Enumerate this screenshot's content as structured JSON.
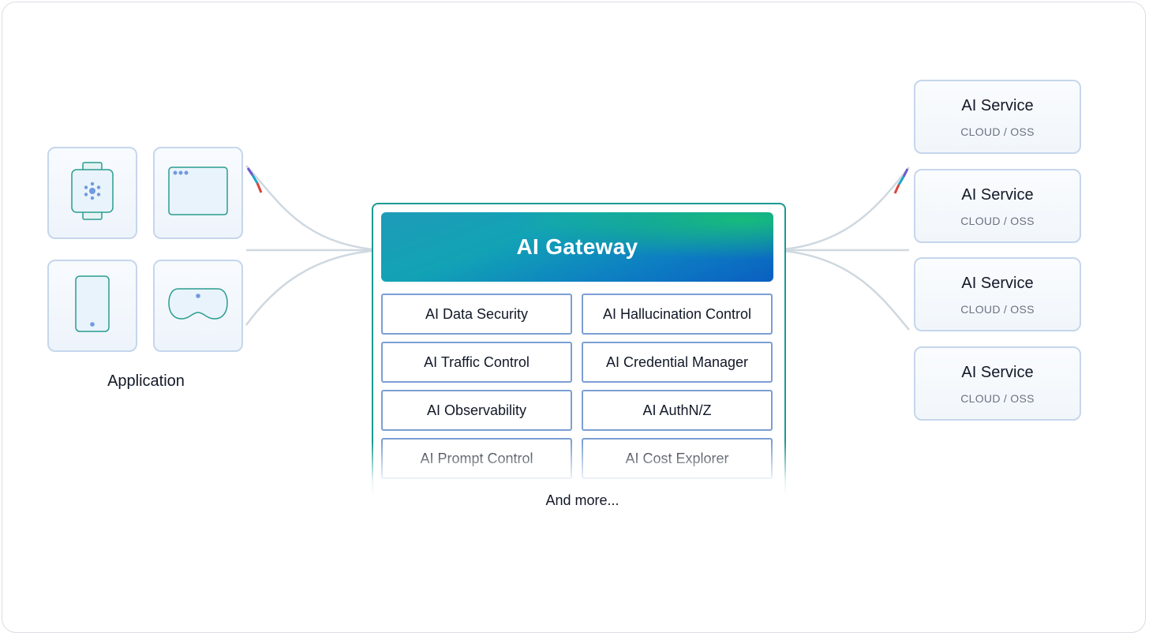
{
  "application": {
    "label": "Application",
    "tiles": [
      {
        "icon": "smartwatch-icon"
      },
      {
        "icon": "browser-window-icon"
      },
      {
        "icon": "smartphone-icon"
      },
      {
        "icon": "vr-headset-icon"
      }
    ]
  },
  "gateway": {
    "title": "AI Gateway",
    "features": [
      "AI Data Security",
      "AI Hallucination Control",
      "AI Traffic Control",
      "AI Credential Manager",
      "AI Observability",
      "AI AuthN/Z",
      "AI Prompt Control",
      "AI Cost Explorer"
    ],
    "more": "And more..."
  },
  "services": [
    {
      "title": "AI Service",
      "subtitle": "CLOUD / OSS"
    },
    {
      "title": "AI Service",
      "subtitle": "CLOUD / OSS"
    },
    {
      "title": "AI Service",
      "subtitle": "CLOUD / OSS"
    },
    {
      "title": "AI Service",
      "subtitle": "CLOUD / OSS"
    }
  ],
  "colors": {
    "gateway_border": "#1a9a90",
    "gateway_gradient_start": "#1e9bb8",
    "gateway_gradient_end": "#0a5fc1",
    "gateway_accent": "#18be78",
    "feature_border": "#7b9fd3",
    "tile_border": "#c6d6ec",
    "connector": "#cfd8e0"
  }
}
